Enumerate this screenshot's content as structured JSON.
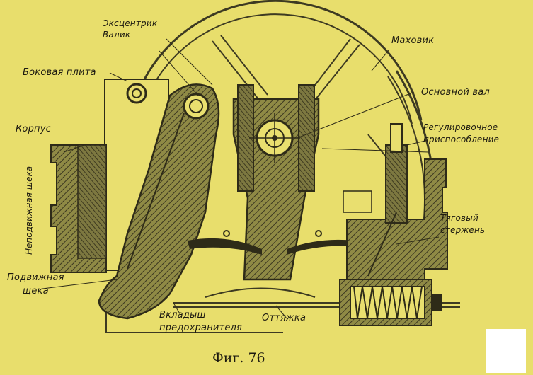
{
  "figure": {
    "caption": "Фиг. 76",
    "labels": {
      "eccentric_shaft": "Эксцентрик\nВалик",
      "flywheel": "Маховик",
      "side_plate": "Боковая плита",
      "main_shaft": "Основной вал",
      "housing": "Корпус",
      "adjusting_device": "Регулировочное\nприспособление",
      "fixed_jaw": "Неподвижная щека",
      "pull_rod": "Тяговый\nстержень",
      "movable_jaw": "Подвижная\nщека",
      "safety_insert": "Вкладыш\nпредохранителя",
      "tie_rod": "Оттяжка"
    }
  }
}
